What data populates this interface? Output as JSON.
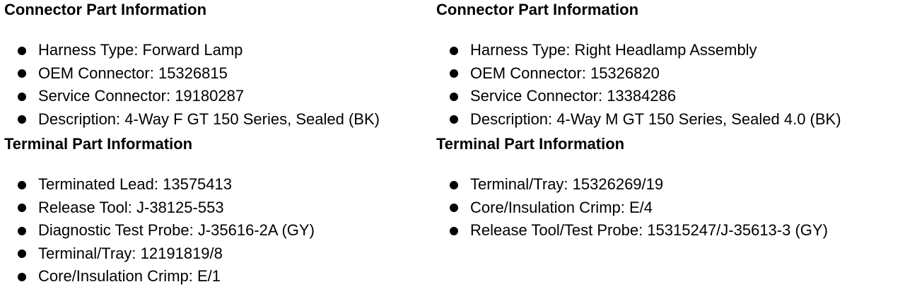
{
  "left": {
    "connector": {
      "title": "Connector Part Information",
      "items": [
        "Harness Type: Forward Lamp",
        "OEM Connector: 15326815",
        "Service Connector: 19180287",
        "Description: 4-Way F GT 150 Series, Sealed (BK)"
      ]
    },
    "terminal": {
      "title": "Terminal Part Information",
      "items": [
        "Terminated Lead: 13575413",
        "Release Tool: J-38125-553",
        "Diagnostic Test Probe: J-35616-2A (GY)",
        "Terminal/Tray: 12191819/8",
        "Core/Insulation Crimp: E/1"
      ]
    }
  },
  "right": {
    "connector": {
      "title": "Connector Part Information",
      "items": [
        "Harness Type: Right Headlamp Assembly",
        "OEM Connector: 15326820",
        "Service Connector: 13384286",
        "Description: 4-Way M GT 150 Series, Sealed 4.0 (BK)"
      ]
    },
    "terminal": {
      "title": "Terminal Part Information",
      "items": [
        "Terminal/Tray: 15326269/19",
        "Core/Insulation Crimp: E/4",
        "Release Tool/Test Probe: 15315247/J-35613-3 (GY)"
      ]
    }
  }
}
